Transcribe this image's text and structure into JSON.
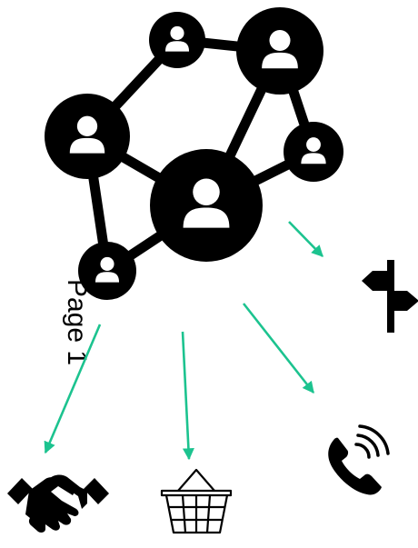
{
  "page_label": "Page 1",
  "colors": {
    "network": "#000000",
    "arrow": "#1cc38f",
    "background": "#ffffff"
  },
  "network": {
    "nodes": [
      {
        "name": "person-node-top",
        "icon": "person-icon"
      },
      {
        "name": "person-node-top-right",
        "icon": "person-icon"
      },
      {
        "name": "person-node-left",
        "icon": "person-icon"
      },
      {
        "name": "person-node-right",
        "icon": "person-icon"
      },
      {
        "name": "person-node-center",
        "icon": "person-icon"
      },
      {
        "name": "person-node-bottom-left",
        "icon": "person-icon"
      }
    ]
  },
  "targets": [
    {
      "name": "signpost-icon"
    },
    {
      "name": "phone-call-icon"
    },
    {
      "name": "shopping-basket-icon"
    },
    {
      "name": "handshake-icon"
    }
  ]
}
